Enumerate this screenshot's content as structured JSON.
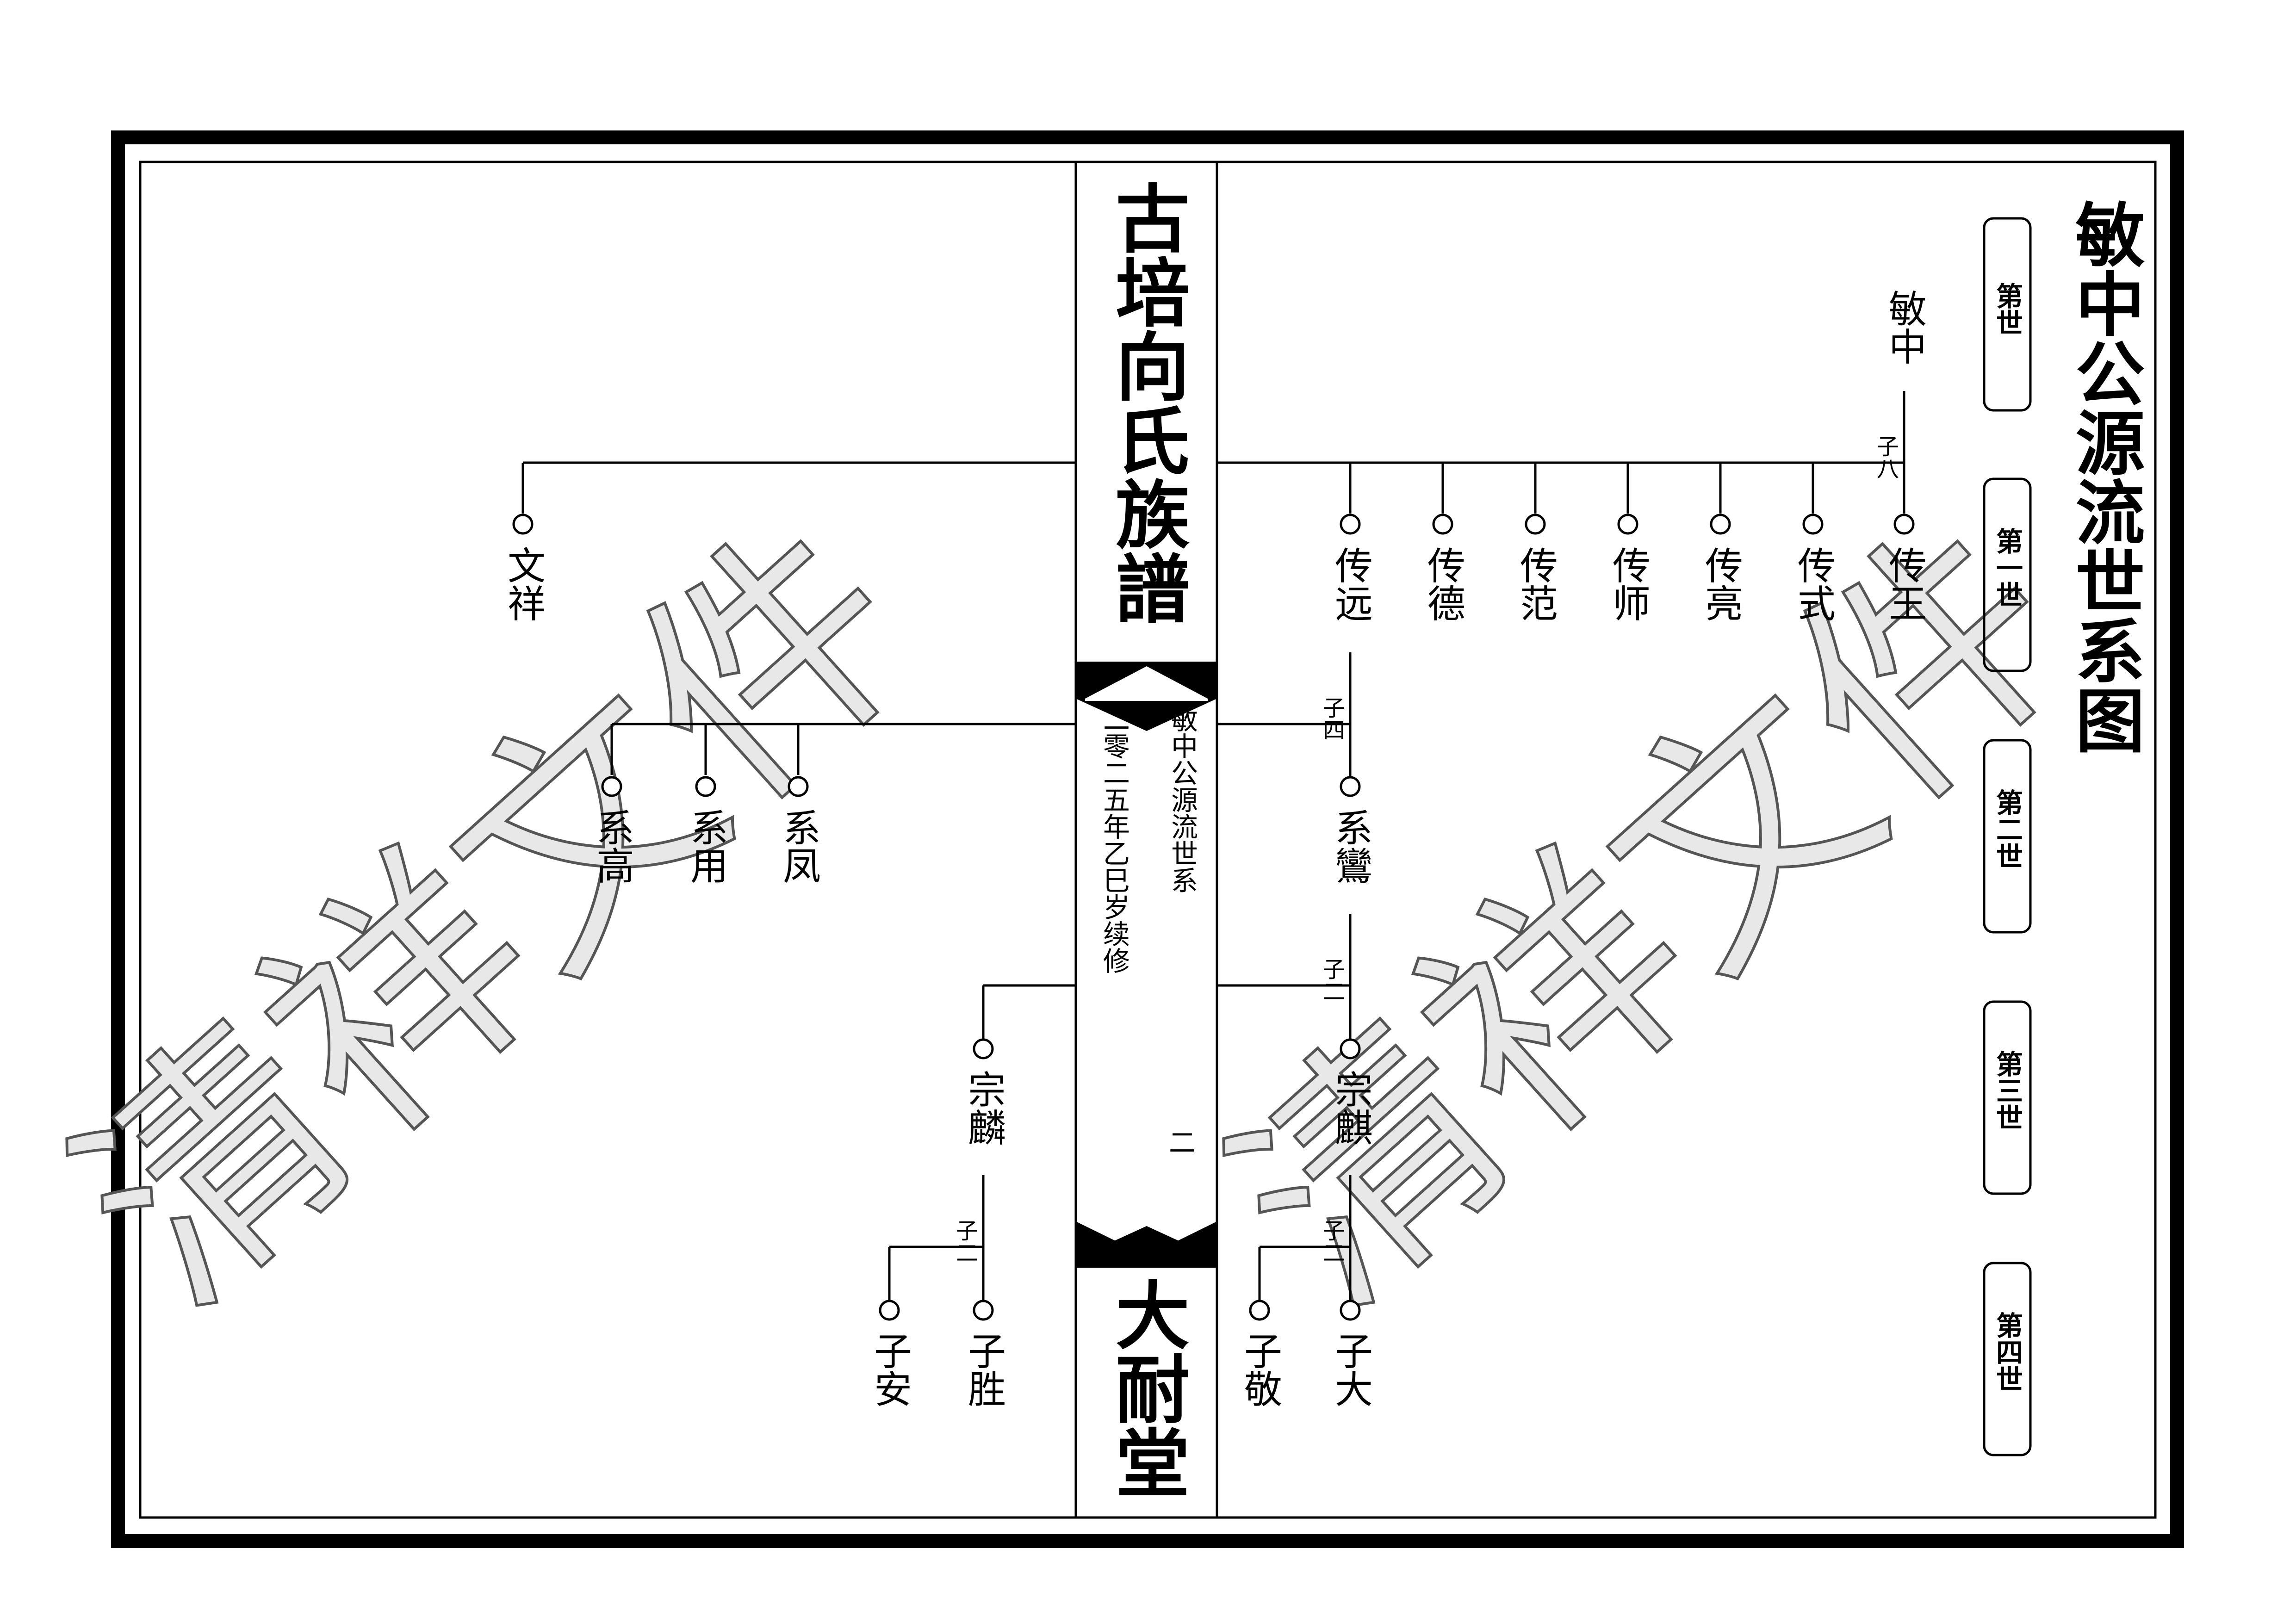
{
  "chart_data": {
    "type": "table",
    "title": "敏中公源流世系图",
    "generations": [
      "第世",
      "第一世",
      "第二世",
      "第三世",
      "第四世"
    ],
    "book": {
      "title": "古培向氏族譜",
      "hall": "大耐堂",
      "section": "敏中公源流世系",
      "edition": "二零二五年乙巳岁续修",
      "page": "二"
    },
    "watermark": "清祥文件",
    "people": {
      "minzhong": "敏中",
      "chuanwang": "传王",
      "chuanshi": "传式",
      "chuanliang": "传亮",
      "chuanshi2": "传师",
      "chuanfan": "传范",
      "chuande": "传德",
      "chuanyuan": "传远",
      "wenxiang": "文祥",
      "xiluan": "系鸞",
      "xigao": "系高",
      "xiyong": "系用",
      "xifeng": "系凤",
      "zongqi": "宗麒",
      "zonglin": "宗麟",
      "zida": "子大",
      "zijing": "子敬",
      "zisheng": "子胜",
      "zian": "子安"
    },
    "counts": {
      "minzhong": "子八",
      "chuanyuan": "子四",
      "xiluan": "子二",
      "zongqi": "子二",
      "zonglin": "子二"
    }
  }
}
